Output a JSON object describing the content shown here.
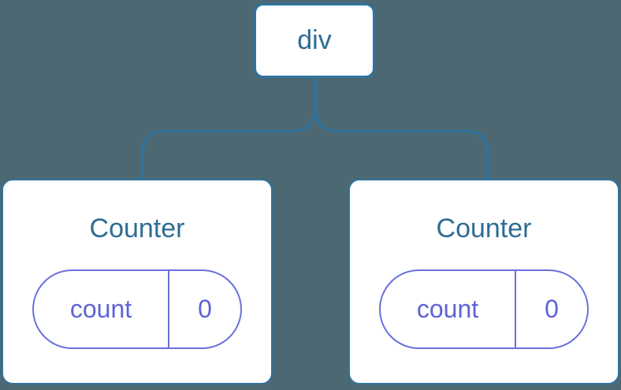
{
  "colors": {
    "background": "#4C6873",
    "node_bg": "#FFFFFF",
    "stroke_blue": "#2F739F",
    "text_blue": "#2E6C94",
    "purple_border": "#6B70DC",
    "purple_text": "#5F63D8"
  },
  "tree": {
    "root": {
      "label": "div"
    },
    "children": [
      {
        "title": "Counter",
        "state": {
          "key": "count",
          "value": "0"
        }
      },
      {
        "title": "Counter",
        "state": {
          "key": "count",
          "value": "0"
        }
      }
    ]
  }
}
